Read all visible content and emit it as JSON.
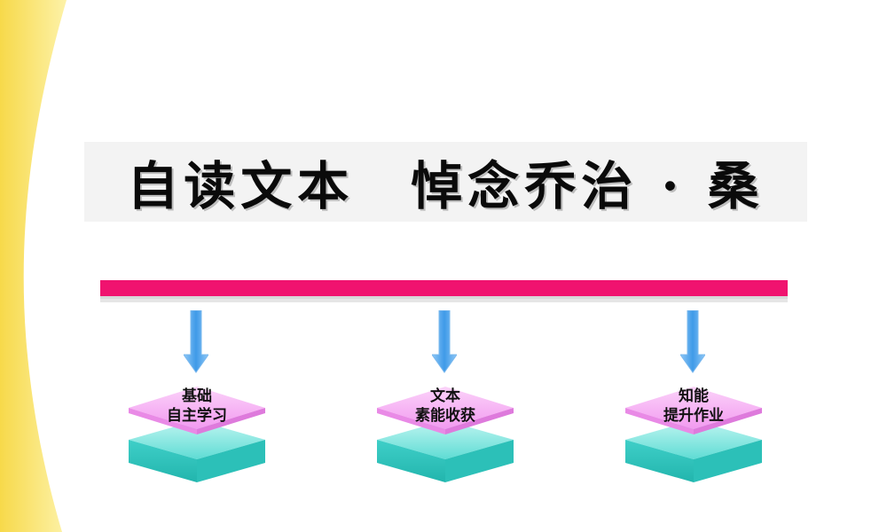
{
  "slide": {
    "title": "自读文本　悼念乔治 · 桑",
    "steps": [
      {
        "line1": "基础",
        "line2": "自主学习"
      },
      {
        "line1": "文本",
        "line2": "素能收获"
      },
      {
        "line1": "知能",
        "line2": "提升作业"
      }
    ]
  },
  "colors": {
    "accent_bar": "#f0136f",
    "deco_yellow": "#fbe97a",
    "arrow_blue": "#5aa9ee",
    "tile_pink": "#f6a8f4",
    "tile_cyan": "#4fd9d2"
  }
}
